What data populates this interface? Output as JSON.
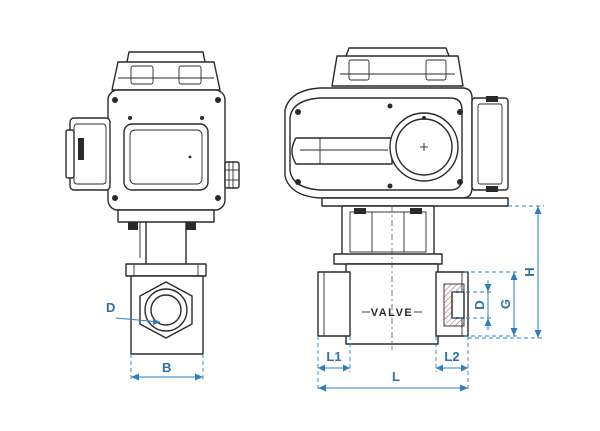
{
  "diagram": {
    "body_label": "VALVE",
    "dimensions": {
      "D_left": "D",
      "B": "B",
      "L1": "L1",
      "L2": "L2",
      "L": "L",
      "D_right": "D",
      "G": "G",
      "H": "H"
    },
    "colors": {
      "dimension": "#2e7fbf",
      "line": "#2a2a2a",
      "thread_hatch": "#8a4a3a"
    }
  }
}
